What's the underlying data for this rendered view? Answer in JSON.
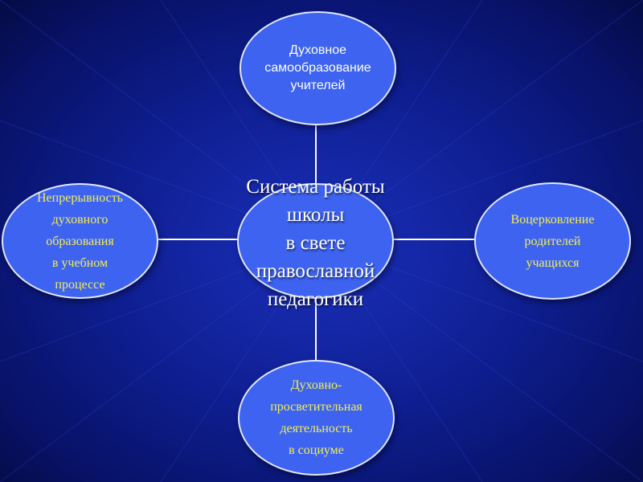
{
  "diagram": {
    "center": {
      "label": "Система  работы\nшколы\nв свете\nправославной\nпедагогики"
    },
    "nodes": {
      "top": {
        "label": "Духовное\nсамообразование\nучителей"
      },
      "left": {
        "label": "Непрерывность\nдуховного\nобразования\nв  учебном\nпроцессе"
      },
      "right": {
        "label": "Воцерковление\nродителей\nучащихся"
      },
      "bottom": {
        "label": "Духовно-\nпросветительная\nдеятельность\nв социуме"
      }
    },
    "colors": {
      "background": "#0f1f93",
      "node_fill": "#3d63f0",
      "node_border": "#dfe6ff",
      "connector": "#ffffff",
      "top_text": "#ffffff",
      "side_text": "#f2ee5a",
      "center_text": "#ffffff"
    }
  }
}
